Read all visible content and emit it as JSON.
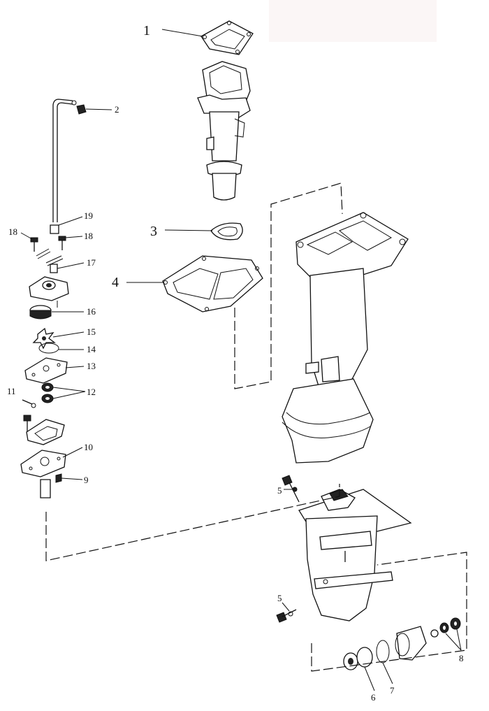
{
  "callouts": {
    "c1": "1",
    "c2": "2",
    "c3": "3",
    "c4": "4",
    "c5a": "5",
    "c5b": "5",
    "c6": "6",
    "c7": "7",
    "c8": "8",
    "c9": "9",
    "c10": "10",
    "c11": "11",
    "c12": "12",
    "c13": "13",
    "c14": "14",
    "c15": "15",
    "c16": "16",
    "c17": "17",
    "c18a": "18",
    "c18b": "18",
    "c19": "19"
  }
}
